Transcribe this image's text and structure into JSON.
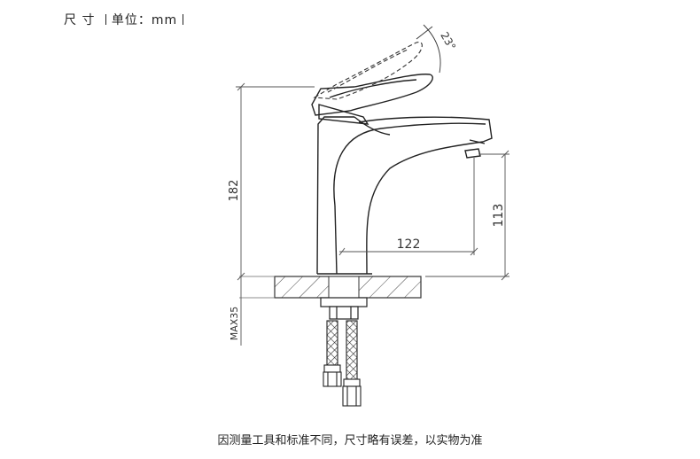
{
  "header": {
    "title": "尺  寸",
    "unit_label": "单位：mm"
  },
  "dimensions": {
    "height_total": "182",
    "spout_height": "113",
    "spout_reach": "122",
    "max_deck": "MAX35",
    "handle_angle": "23°"
  },
  "footer": {
    "note": "因测量工具和标准不同，尺寸略有误差，以实物为准"
  }
}
